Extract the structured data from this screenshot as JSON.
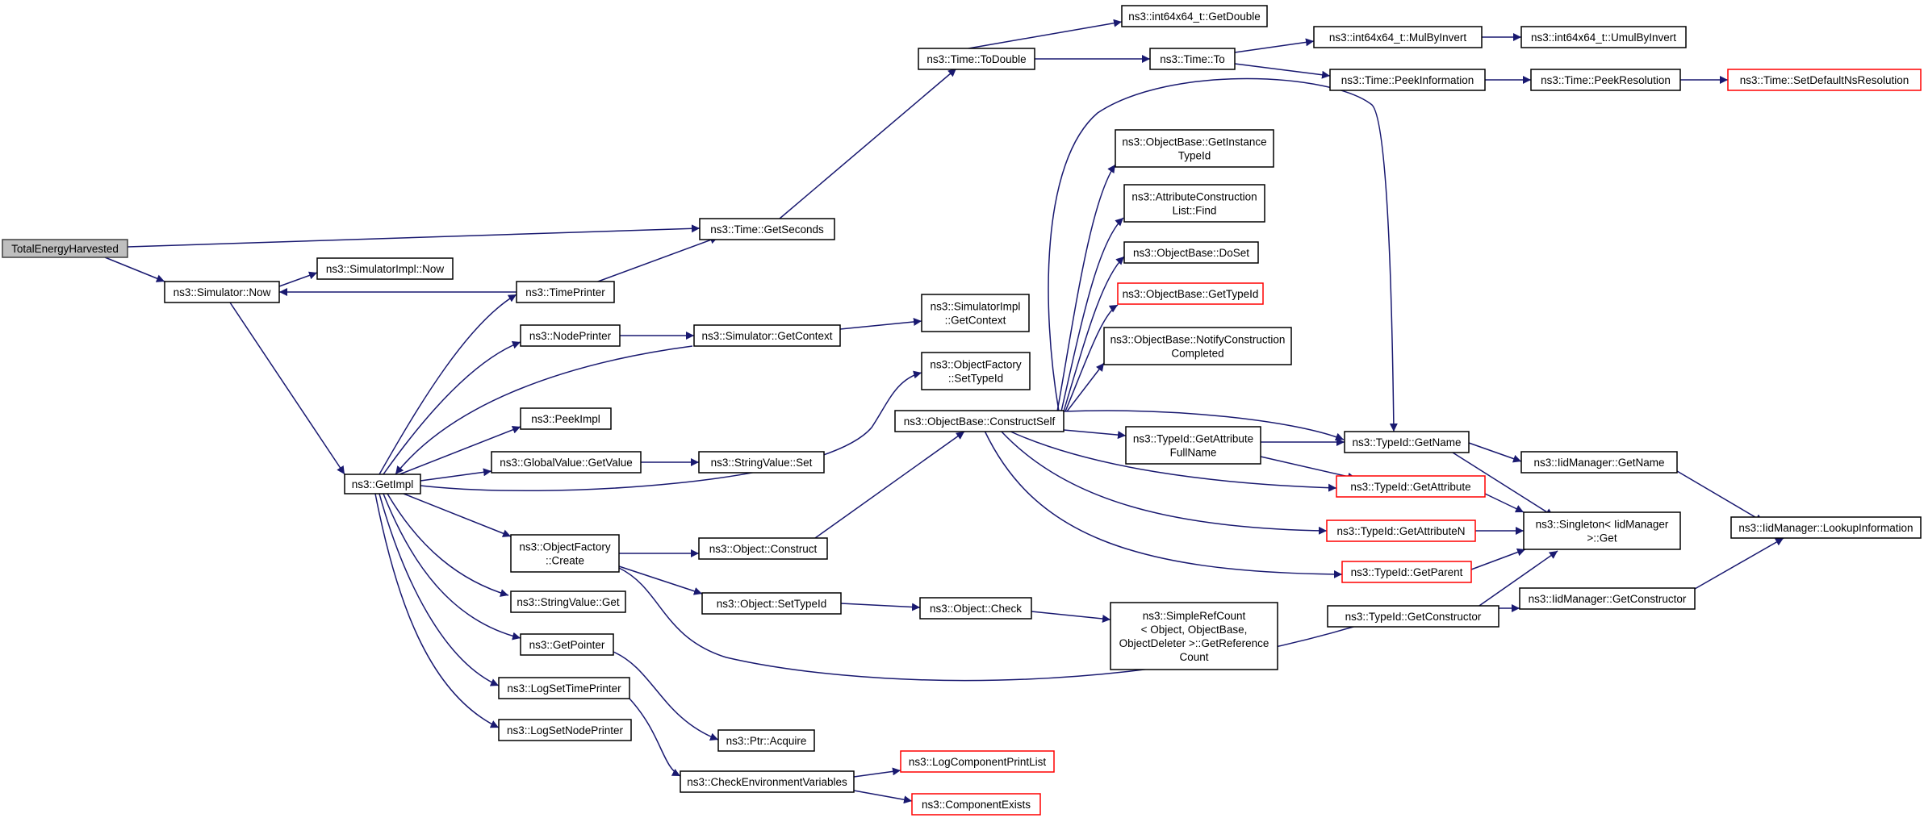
{
  "colors": {
    "edge": "#191970",
    "node_border": "#000000",
    "truncated_border": "#ff0000",
    "root_fill": "#bfbfbf",
    "background": "#ffffff"
  },
  "nodes": [
    {
      "id": "root",
      "lines": [
        "TotalEnergyHarvested"
      ],
      "kind": "root"
    },
    {
      "id": "simNow",
      "lines": [
        "ns3::Simulator::Now"
      ]
    },
    {
      "id": "simImplNow",
      "lines": [
        "ns3::SimulatorImpl::Now"
      ]
    },
    {
      "id": "getSeconds",
      "lines": [
        "ns3::Time::GetSeconds"
      ]
    },
    {
      "id": "toDouble",
      "lines": [
        "ns3::Time::ToDouble"
      ]
    },
    {
      "id": "i64GetDouble",
      "lines": [
        "ns3::int64x64_t::GetDouble"
      ]
    },
    {
      "id": "timeTo",
      "lines": [
        "ns3::Time::To"
      ]
    },
    {
      "id": "mulByInvert",
      "lines": [
        "ns3::int64x64_t::MulByInvert"
      ]
    },
    {
      "id": "umulByInvert",
      "lines": [
        "ns3::int64x64_t::UmulByInvert"
      ]
    },
    {
      "id": "peekInfo",
      "lines": [
        "ns3::Time::PeekInformation"
      ]
    },
    {
      "id": "peekRes",
      "lines": [
        "ns3::Time::PeekResolution"
      ]
    },
    {
      "id": "setDefRes",
      "lines": [
        "ns3::Time::SetDefaultNsResolution"
      ],
      "kind": "trunc"
    },
    {
      "id": "timePrinter",
      "lines": [
        "ns3::TimePrinter"
      ]
    },
    {
      "id": "nodePrinter",
      "lines": [
        "ns3::NodePrinter"
      ]
    },
    {
      "id": "simGetContext",
      "lines": [
        "ns3::Simulator::GetContext"
      ]
    },
    {
      "id": "simImplGetContext",
      "lines": [
        "ns3::SimulatorImpl",
        "::GetContext"
      ]
    },
    {
      "id": "getImpl",
      "lines": [
        "ns3::GetImpl"
      ]
    },
    {
      "id": "peekImpl",
      "lines": [
        "ns3::PeekImpl"
      ]
    },
    {
      "id": "gvGetValue",
      "lines": [
        "ns3::GlobalValue::GetValue"
      ]
    },
    {
      "id": "svSet",
      "lines": [
        "ns3::StringValue::Set"
      ]
    },
    {
      "id": "ofCreate",
      "lines": [
        "ns3::ObjectFactory",
        "::Create"
      ]
    },
    {
      "id": "svGet",
      "lines": [
        "ns3::StringValue::Get"
      ]
    },
    {
      "id": "getPointer",
      "lines": [
        "ns3::GetPointer"
      ]
    },
    {
      "id": "logSetTime",
      "lines": [
        "ns3::LogSetTimePrinter"
      ]
    },
    {
      "id": "logSetNode",
      "lines": [
        "ns3::LogSetNodePrinter"
      ]
    },
    {
      "id": "ofSetTypeId",
      "lines": [
        "ns3::ObjectFactory",
        "::SetTypeId"
      ]
    },
    {
      "id": "obConstructSelf",
      "lines": [
        "ns3::ObjectBase::ConstructSelf"
      ]
    },
    {
      "id": "objConstruct",
      "lines": [
        "ns3::Object::Construct"
      ]
    },
    {
      "id": "objSetTypeId",
      "lines": [
        "ns3::Object::SetTypeId"
      ]
    },
    {
      "id": "objCheck",
      "lines": [
        "ns3::Object::Check"
      ]
    },
    {
      "id": "ptrAcquire",
      "lines": [
        "ns3::Ptr::Acquire"
      ]
    },
    {
      "id": "checkEnv",
      "lines": [
        "ns3::CheckEnvironmentVariables"
      ]
    },
    {
      "id": "logCompPrint",
      "lines": [
        "ns3::LogComponentPrintList"
      ],
      "kind": "trunc"
    },
    {
      "id": "compExists",
      "lines": [
        "ns3::ComponentExists"
      ],
      "kind": "trunc"
    },
    {
      "id": "obGetInstTid",
      "lines": [
        "ns3::ObjectBase::GetInstance",
        "TypeId"
      ]
    },
    {
      "id": "aclFind",
      "lines": [
        "ns3::AttributeConstruction",
        "List::Find"
      ]
    },
    {
      "id": "obDoSet",
      "lines": [
        "ns3::ObjectBase::DoSet"
      ]
    },
    {
      "id": "obGetTid",
      "lines": [
        "ns3::ObjectBase::GetTypeId"
      ],
      "kind": "trunc"
    },
    {
      "id": "obNotify",
      "lines": [
        "ns3::ObjectBase::NotifyConstruction",
        "Completed"
      ]
    },
    {
      "id": "tidGetAttrFull",
      "lines": [
        "ns3::TypeId::GetAttribute",
        "FullName"
      ]
    },
    {
      "id": "tidGetName",
      "lines": [
        "ns3::TypeId::GetName"
      ]
    },
    {
      "id": "tidGetAttr",
      "lines": [
        "ns3::TypeId::GetAttribute"
      ],
      "kind": "trunc"
    },
    {
      "id": "tidGetAttrN",
      "lines": [
        "ns3::TypeId::GetAttributeN"
      ],
      "kind": "trunc"
    },
    {
      "id": "tidGetParent",
      "lines": [
        "ns3::TypeId::GetParent"
      ],
      "kind": "trunc"
    },
    {
      "id": "tidGetCtor",
      "lines": [
        "ns3::TypeId::GetConstructor"
      ]
    },
    {
      "id": "simpleRefCount",
      "lines": [
        "ns3::SimpleRefCount",
        "< Object, ObjectBase,",
        "ObjectDeleter >::GetReference",
        "Count"
      ]
    },
    {
      "id": "singletonGet",
      "lines": [
        "ns3::Singleton< IidManager",
        ">::Get"
      ]
    },
    {
      "id": "iidGetName",
      "lines": [
        "ns3::IidManager::GetName"
      ]
    },
    {
      "id": "iidGetCtor",
      "lines": [
        "ns3::IidManager::GetConstructor"
      ]
    },
    {
      "id": "iidLookup",
      "lines": [
        "ns3::IidManager::LookupInformation"
      ]
    }
  ]
}
